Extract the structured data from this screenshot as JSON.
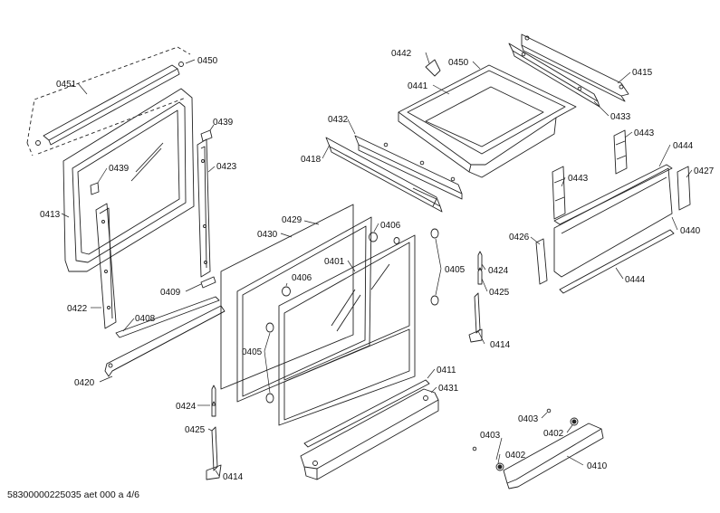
{
  "labels": [
    {
      "id": "0450a",
      "text": "0450"
    },
    {
      "id": "0451",
      "text": "0451"
    },
    {
      "id": "0439a",
      "text": "0439"
    },
    {
      "id": "0439b",
      "text": "0439"
    },
    {
      "id": "0423",
      "text": "0423"
    },
    {
      "id": "0413",
      "text": "0413"
    },
    {
      "id": "0409",
      "text": "0409"
    },
    {
      "id": "0422",
      "text": "0422"
    },
    {
      "id": "0408",
      "text": "0408"
    },
    {
      "id": "0420",
      "text": "0420"
    },
    {
      "id": "0429",
      "text": "0429"
    },
    {
      "id": "0430",
      "text": "0430"
    },
    {
      "id": "0406a",
      "text": "0406"
    },
    {
      "id": "0406b",
      "text": "0406"
    },
    {
      "id": "0401",
      "text": "0401"
    },
    {
      "id": "0405a",
      "text": "0405"
    },
    {
      "id": "0405b",
      "text": "0405"
    },
    {
      "id": "0424a",
      "text": "0424"
    },
    {
      "id": "0424b",
      "text": "0424"
    },
    {
      "id": "0425a",
      "text": "0425"
    },
    {
      "id": "0425b",
      "text": "0425"
    },
    {
      "id": "0414a",
      "text": "0414"
    },
    {
      "id": "0414b",
      "text": "0414"
    },
    {
      "id": "0411",
      "text": "0411"
    },
    {
      "id": "0431",
      "text": "0431"
    },
    {
      "id": "0442",
      "text": "0442"
    },
    {
      "id": "0450b",
      "text": "0450"
    },
    {
      "id": "0441",
      "text": "0441"
    },
    {
      "id": "0432",
      "text": "0432"
    },
    {
      "id": "0418",
      "text": "0418"
    },
    {
      "id": "0415",
      "text": "0415"
    },
    {
      "id": "0433",
      "text": "0433"
    },
    {
      "id": "0443a",
      "text": "0443"
    },
    {
      "id": "0443b",
      "text": "0443"
    },
    {
      "id": "0444a",
      "text": "0444"
    },
    {
      "id": "0444b",
      "text": "0444"
    },
    {
      "id": "0427",
      "text": "0427"
    },
    {
      "id": "0440",
      "text": "0440"
    },
    {
      "id": "0426",
      "text": "0426"
    },
    {
      "id": "0403a",
      "text": "0403"
    },
    {
      "id": "0403b",
      "text": "0403"
    },
    {
      "id": "0402a",
      "text": "0402"
    },
    {
      "id": "0402b",
      "text": "0402"
    },
    {
      "id": "0410",
      "text": "0410"
    }
  ],
  "footer": "58300000225035 aet 000 a 4/6"
}
